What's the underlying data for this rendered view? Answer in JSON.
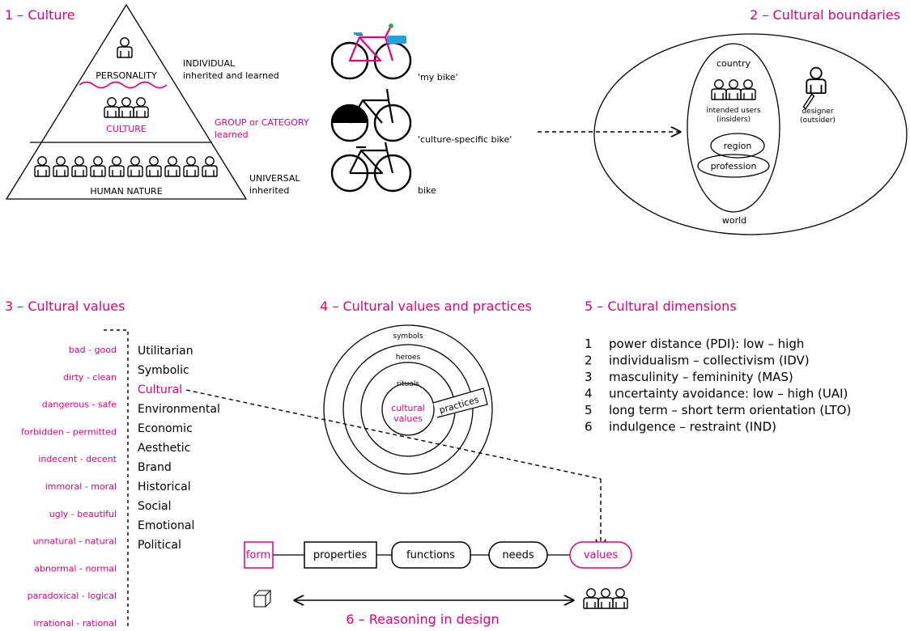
{
  "colors": {
    "accent": "#e2007a",
    "ink": "#000000",
    "blue": "#2a9fd8",
    "green": "#2fa84f"
  },
  "section1": {
    "title": "1 – Culture",
    "personality": "PERSONALITY",
    "culture": "CULTURE",
    "human_nature": "HUMAN NATURE",
    "individual": "INDIVIDUAL",
    "individual_sub": "inherited and learned",
    "group": "GROUP or CATEGORY",
    "group_sub": "learned",
    "universal": "UNIVERSAL",
    "universal_sub": "inherited",
    "my_bike": "'my bike'",
    "culture_bike": "'culture-specific bike'",
    "bike": "bike"
  },
  "section2": {
    "title": "2 – Cultural boundaries",
    "country": "country",
    "intended_users_1": "intended users",
    "intended_users_2": "(insiders)",
    "region": "region",
    "profession": "profession",
    "world": "world",
    "designer_1": "designer",
    "designer_2": "(outsider)"
  },
  "section3": {
    "title": "3 – Cultural values",
    "pairs": [
      "bad - good",
      "dirty - clean",
      "dangerous - safe",
      "forbidden - permitted",
      "indecent - decent",
      "immoral - moral",
      "ugly - beautiful",
      "unnatural - natural",
      "abnormal - normal",
      "paradoxical - logical",
      "irrational - rational"
    ],
    "types": [
      "Utilitarian",
      "Symbolic",
      "Cultural",
      "Environmental",
      "Economic",
      "Aesthetic",
      "Brand",
      "Historical",
      "Social",
      "Emotional",
      "Political"
    ]
  },
  "section4": {
    "title": "4 – Cultural values and practices",
    "symbols": "symbols",
    "heroes": "heroes",
    "rituals": "rituals",
    "core_1": "cultural",
    "core_2": "values",
    "practices": "practices"
  },
  "section5": {
    "title": "5 – Cultural dimensions",
    "items": [
      {
        "num": "1",
        "text": "power distance (PDI): low – high"
      },
      {
        "num": "2",
        "text": "individualism – collectivism (IDV)"
      },
      {
        "num": "3",
        "text": "masculinity – femininity (MAS)"
      },
      {
        "num": "4",
        "text": "uncertainty avoidance: low – high (UAI)"
      },
      {
        "num": "5",
        "text": "long term – short term orientation (LTO)"
      },
      {
        "num": "6",
        "text": "indulgence – restraint (IND)"
      }
    ]
  },
  "section6": {
    "title": "6 – Reasoning in design",
    "chain": [
      "form",
      "properties",
      "functions",
      "needs",
      "values"
    ]
  }
}
